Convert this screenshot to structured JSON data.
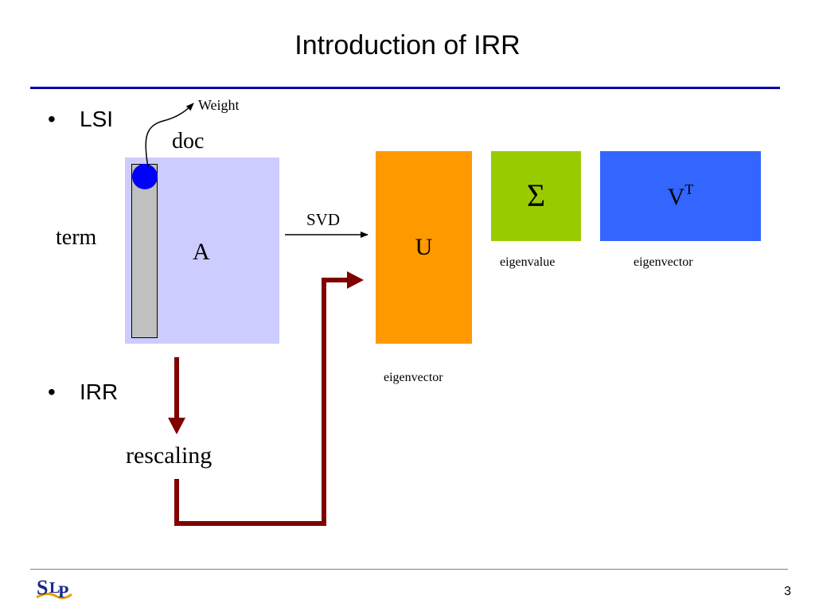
{
  "slide": {
    "title": "Introduction of IRR",
    "page_number": "3"
  },
  "bullets": [
    {
      "marker": "•",
      "text": "LSI"
    },
    {
      "marker": "•",
      "text": "IRR"
    }
  ],
  "matrix": {
    "name": "A",
    "row_label": "term",
    "col_label": "doc",
    "weight_label": "Weight"
  },
  "svd": {
    "arrow_label": "SVD",
    "u": {
      "symbol": "U",
      "caption": "eigenvector"
    },
    "sigma": {
      "symbol": "Σ",
      "caption": "eigenvalue"
    },
    "vt": {
      "symbol": "V",
      "superscript": "T",
      "caption": "eigenvector"
    }
  },
  "irr": {
    "step_label": "rescaling"
  },
  "logo": {
    "text": "SLP"
  },
  "colors": {
    "title_rule": "#0000a8",
    "matrix_fill": "#ccccff",
    "column_fill": "#c0c0c0",
    "weight_dot": "#0000ff",
    "u_fill": "#ff9900",
    "sigma_fill": "#99cc00",
    "vt_fill": "#3366ff",
    "flow_arrow": "#800000"
  }
}
